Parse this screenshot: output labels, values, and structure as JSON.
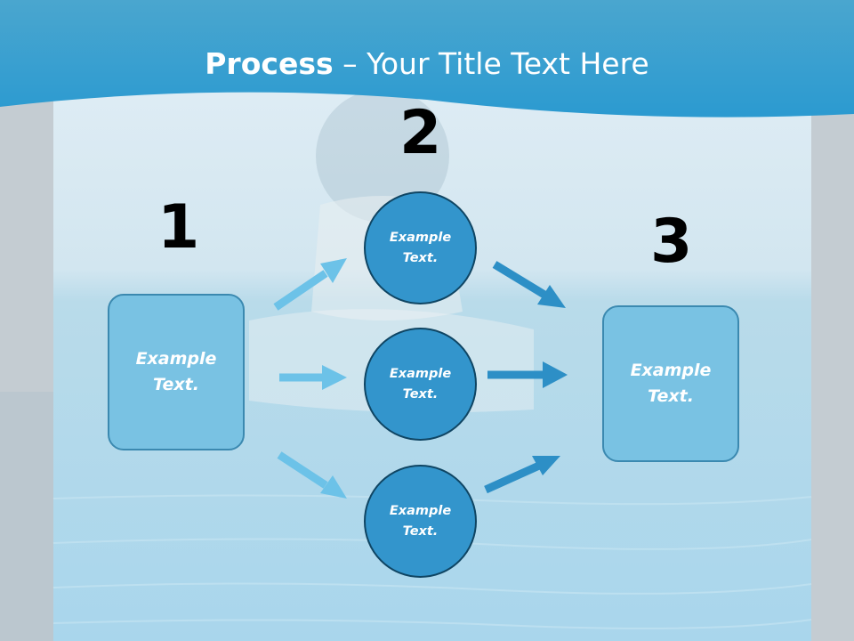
{
  "title": {
    "bold": "Process",
    "rest": " – Your Title Text Here"
  },
  "steps": {
    "one": {
      "number": "1",
      "text": "Example Text."
    },
    "two": {
      "number": "2",
      "items": [
        "Example Text.",
        "Example Text.",
        "Example Text."
      ]
    },
    "three": {
      "number": "3",
      "text": "Example Text."
    }
  },
  "colors": {
    "header": "#2a9fd3",
    "box_fill": "#79c2e3",
    "circle_fill": "#3395cc",
    "arrow_light": "#6cc2e8",
    "arrow_dark": "#2d8fc6"
  }
}
